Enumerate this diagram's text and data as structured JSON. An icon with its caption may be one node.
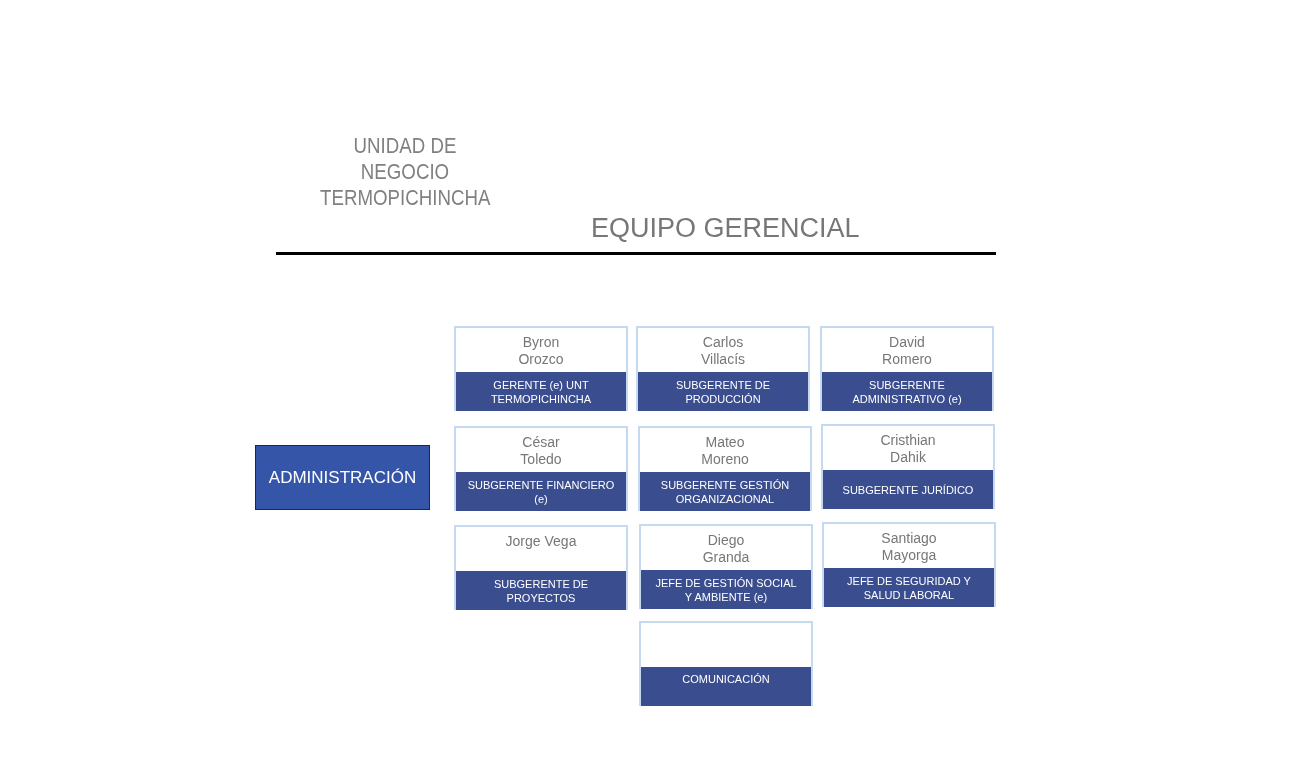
{
  "diagram": {
    "title": "EQUIPO GERENCIAL",
    "nodes": [
      {
        "text": [
          "ADMINISTRACIÓN"
        ]
      },
      {
        "text": [
          "Byron Orozco",
          "GERENTE (e) UNT TERMOPICHINCHA"
        ]
      },
      {
        "text": [
          "Carlos Villacís",
          "SUBGERENTE DE PRODUCCIÓN"
        ]
      },
      {
        "text": [
          "David Romero",
          "SUBGERENTE ADMINISTRATIVO (e)"
        ]
      },
      {
        "text": [
          "César Toledo",
          "SUBGERENTE FINANCIERO (e)"
        ]
      },
      {
        "text": [
          "Mateo Moreno",
          "SUBGERENTE GESTIÓN ORGANIZACIONAL"
        ]
      },
      {
        "text": [
          "Cristhian Dahik",
          "SUBGERENTE JURÍDICO"
        ]
      },
      {
        "text": [
          "Jorge Vega",
          "SUBGERENTE DE PROYECTOS"
        ]
      },
      {
        "text": [
          "Diego Granda",
          "JEFE DE GESTIÓN SOCIAL Y AMBIENTE (e)"
        ]
      },
      {
        "text": [
          "Santiago Mayorga",
          "JEFE DE SEGURIDAD Y SALUD LABORAL"
        ]
      },
      {
        "text": [
          "COMUNICACIÓN"
        ]
      }
    ],
    "edges": [],
    "labels": [
      "UNIDAD DE NEGOCIO TERMOPICHINCHA"
    ]
  }
}
